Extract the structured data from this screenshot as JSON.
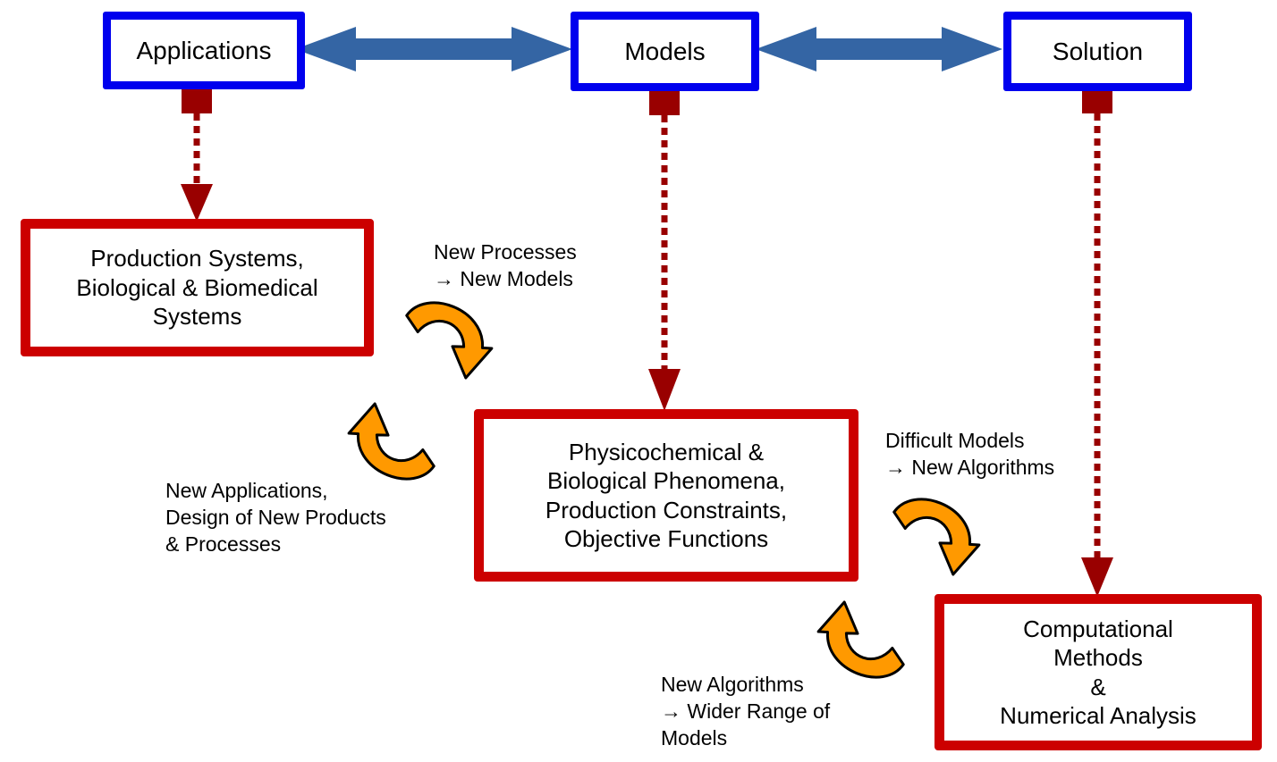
{
  "top_boxes": {
    "applications": "Applications",
    "models": "Models",
    "solution": "Solution"
  },
  "main_boxes": {
    "production": "Production Systems,\nBiological & Biomedical\nSystems",
    "phenomena": "Physicochemical &\nBiological Phenomena,\nProduction Constraints,\nObjective Functions",
    "computational": "Computational\nMethods\n&\nNumerical Analysis"
  },
  "notes": {
    "new_processes": "New Processes\n→  New Models",
    "new_applications": "New Applications,\nDesign of New Products\n& Processes",
    "difficult_models": "Difficult Models\n→  New Algorithms",
    "new_algorithms": "New Algorithms\n→  Wider Range of\nModels"
  },
  "colors": {
    "top_border": "#0000ee",
    "main_border": "#cc0000",
    "double_arrow": "#3465a4",
    "dotted_arrow": "#990000",
    "cycle_arrow_fill": "#ff9900"
  }
}
